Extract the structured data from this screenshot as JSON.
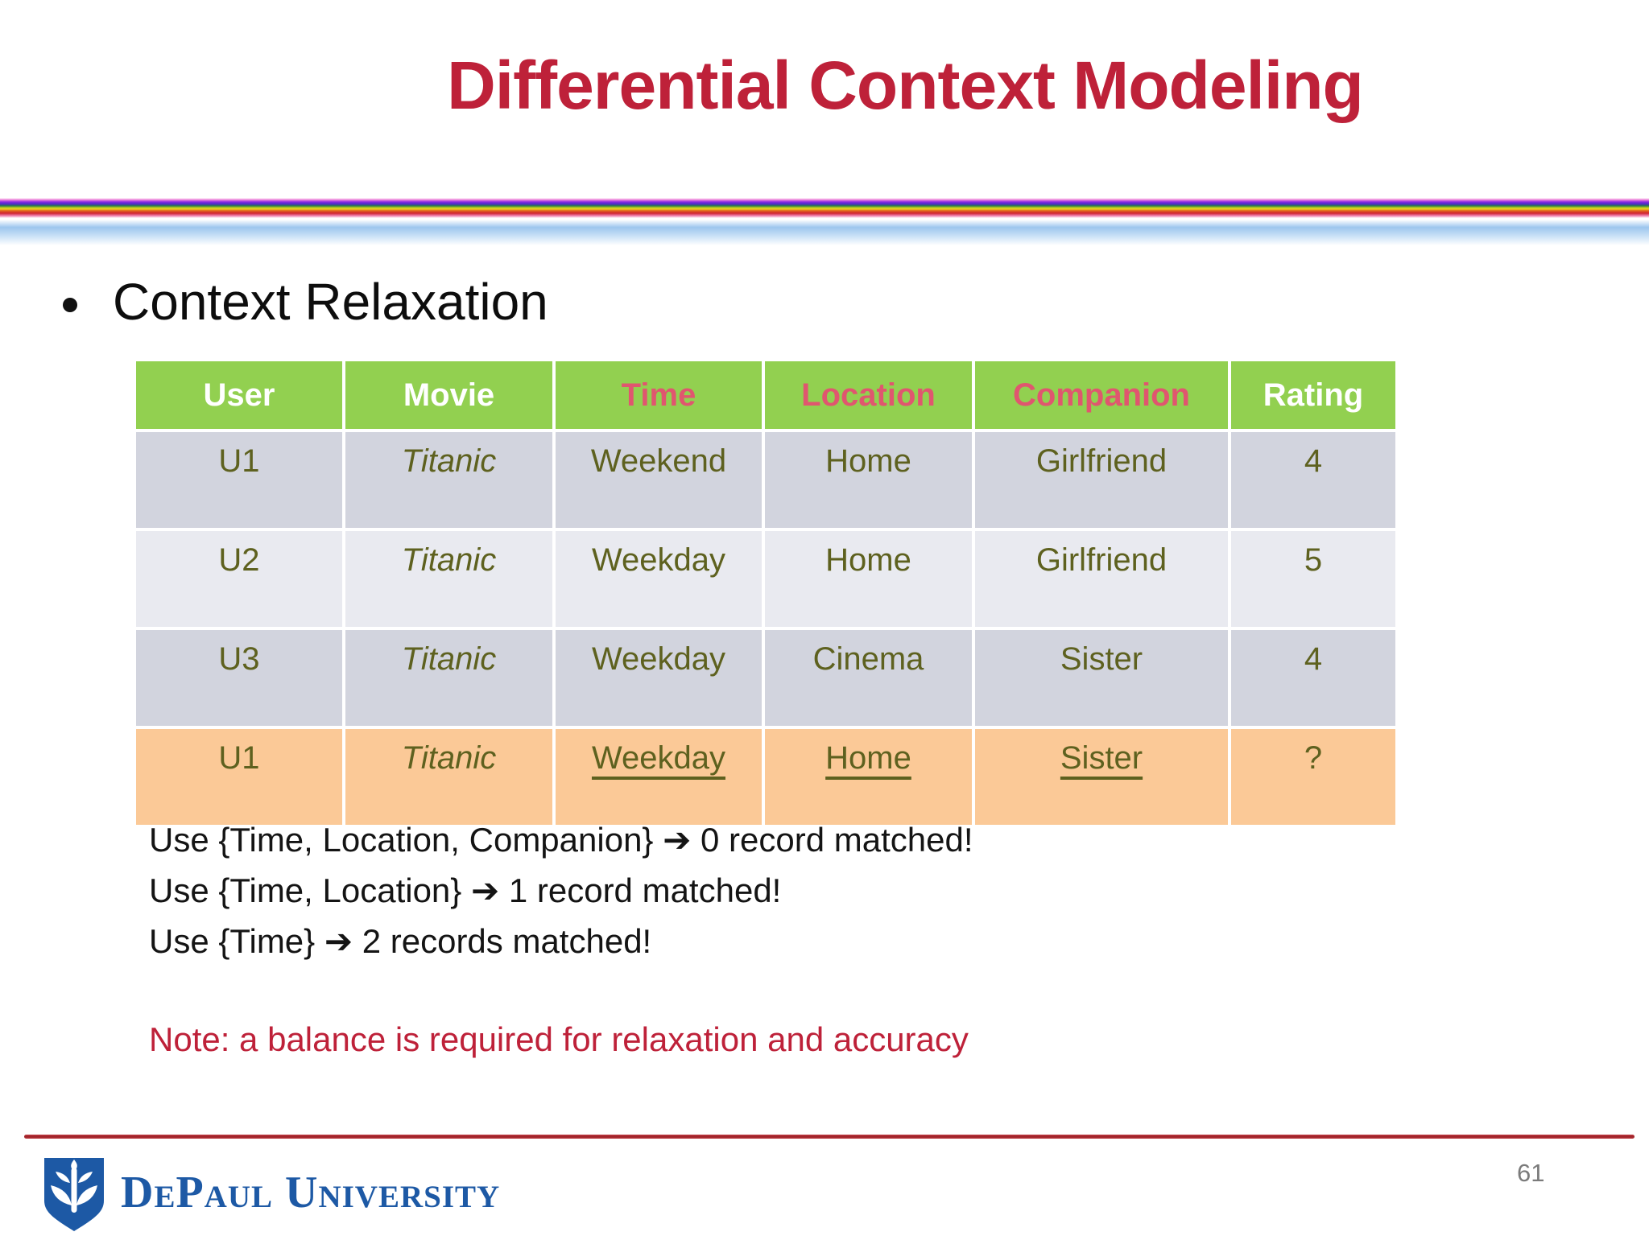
{
  "slide": {
    "title": "Differential Context Modeling",
    "bullet_text": "Context Relaxation",
    "page_number": "61"
  },
  "table": {
    "headers": [
      {
        "label": "User"
      },
      {
        "label": "Movie"
      },
      {
        "label": "Time"
      },
      {
        "label": "Location"
      },
      {
        "label": "Companion"
      },
      {
        "label": "Rating"
      }
    ],
    "rows": [
      {
        "user": "U1",
        "movie": "Titanic",
        "time": "Weekend",
        "location": "Home",
        "companion": "Girlfriend",
        "rating": "4"
      },
      {
        "user": "U2",
        "movie": "Titanic",
        "time": "Weekday",
        "location": "Home",
        "companion": "Girlfriend",
        "rating": "5"
      },
      {
        "user": "U3",
        "movie": "Titanic",
        "time": "Weekday",
        "location": "Cinema",
        "companion": "Sister",
        "rating": "4"
      },
      {
        "user": "U1",
        "movie": "Titanic",
        "time": "Weekday",
        "location": "Home",
        "companion": "Sister",
        "rating": "?"
      }
    ]
  },
  "relaxation": {
    "lines": [
      "Use {Time, Location, Companion} ➔ 0 record matched!",
      "Use {Time, Location} ➔ 1 record matched!",
      "Use {Time} ➔ 2 records matched!"
    ],
    "note": "Note: a balance is required for relaxation and accuracy"
  },
  "footer": {
    "logo_text": "DePaul University"
  },
  "colors": {
    "title_red": "#BE2139",
    "header_green": "#92D050",
    "header_pink_text": "#E0566F",
    "cell_text_olive": "#5E611F",
    "row_gray": "#D2D4DE",
    "row_light_gray": "#E9EAF0",
    "row_highlight_orange": "#FBC997",
    "footer_line_red": "#9C2228",
    "logo_blue": "#1D59A5",
    "page_number_gray": "#7B7B7B"
  }
}
